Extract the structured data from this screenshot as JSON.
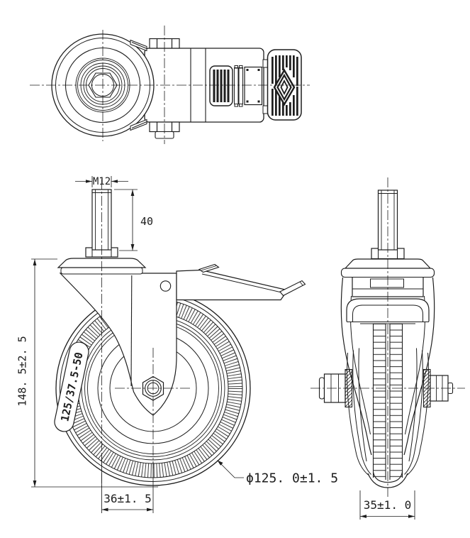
{
  "drawing": {
    "background": "#ffffff",
    "line_color": "#1d1d1d",
    "front": {
      "labels": {
        "stem_thread": "M12",
        "stem_length": "40",
        "overall_height": "148. 5±2. 5",
        "offset": "36±1. 5",
        "diameter": "ϕ125. 0±1. 5",
        "wheel_code": "125/37.5-50"
      }
    },
    "side": {
      "labels": {
        "width": "35±1. 0"
      }
    }
  }
}
